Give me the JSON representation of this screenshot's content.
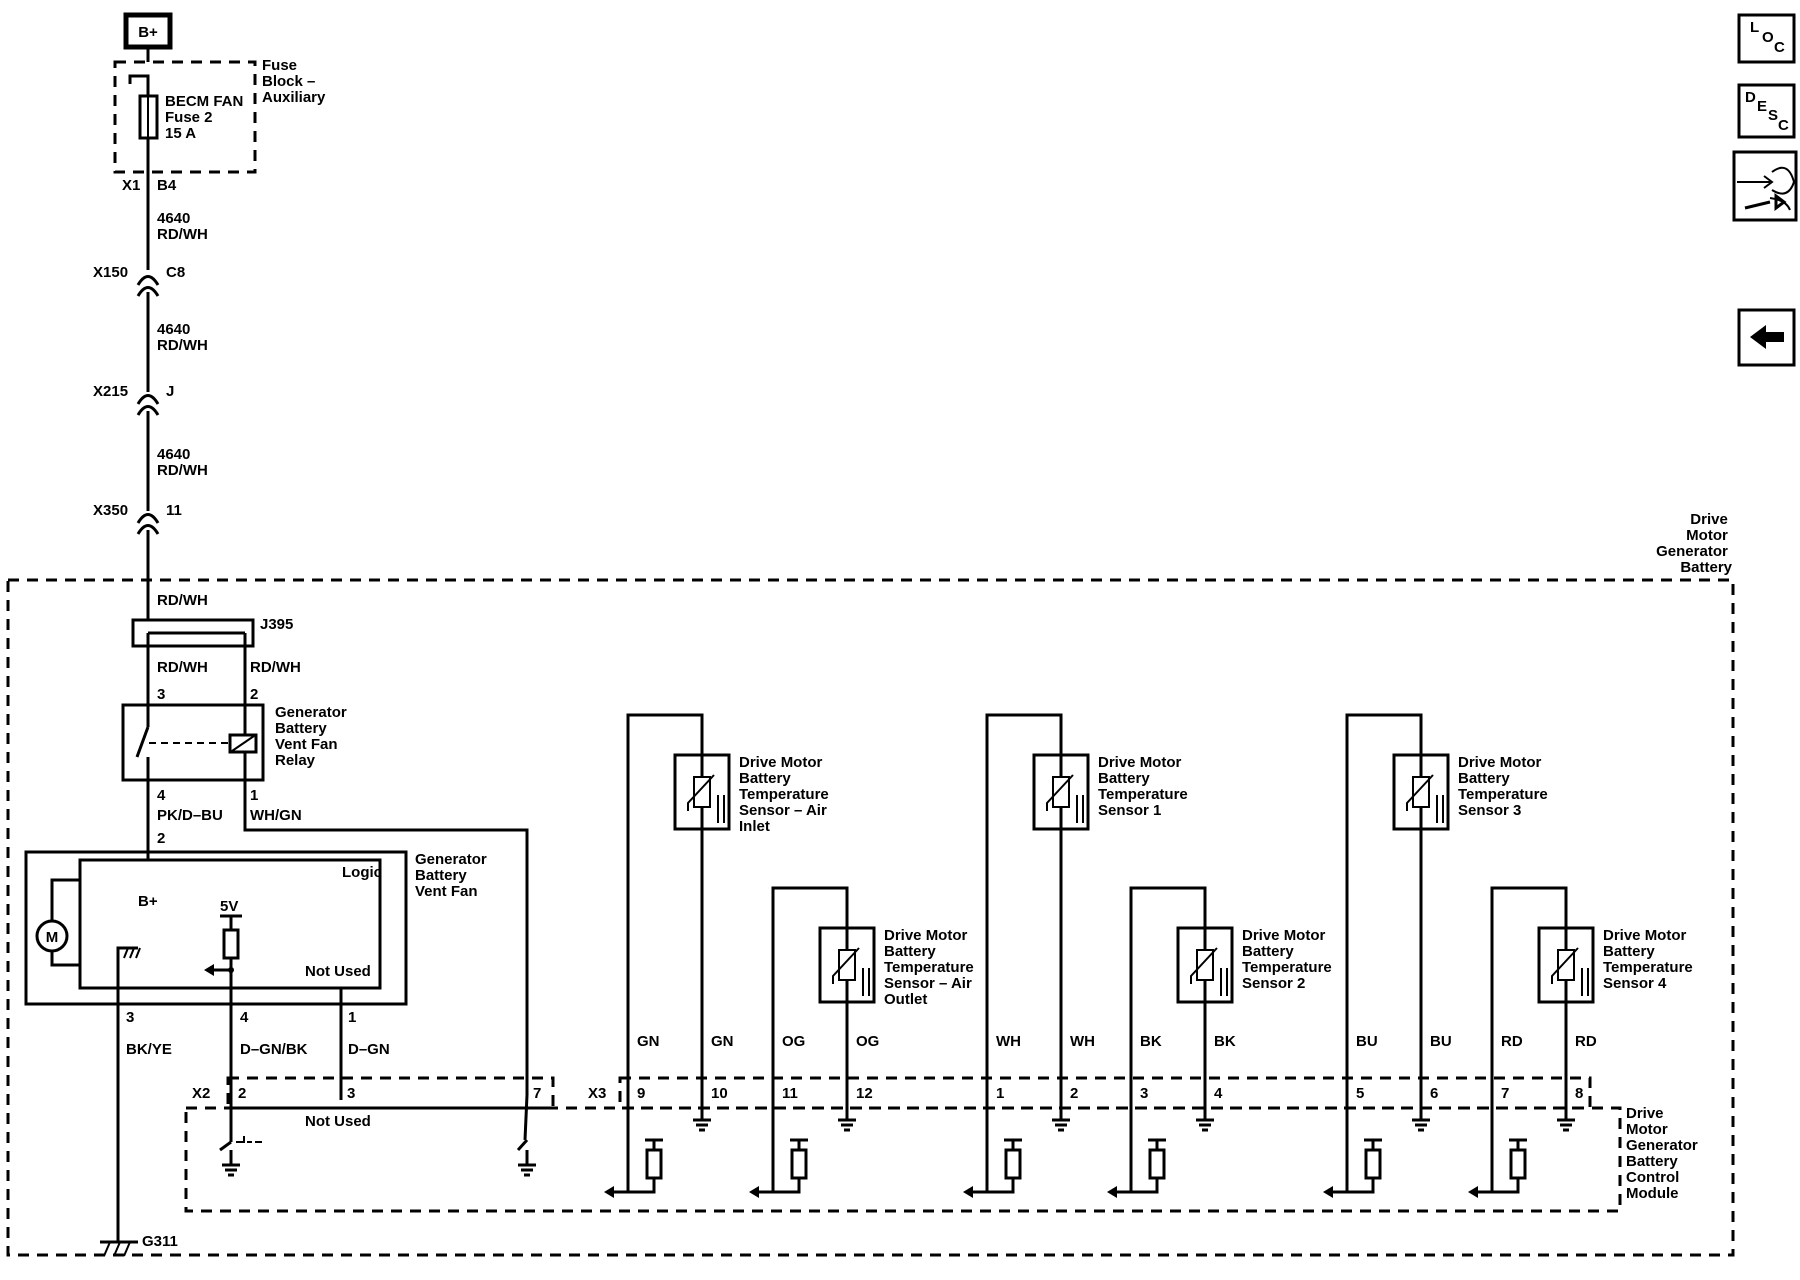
{
  "power": {
    "source": "B+",
    "fuse_block": [
      "Fuse",
      "Block –",
      "Auxiliary"
    ],
    "fuse": [
      "BECM FAN",
      "Fuse 2",
      "15 A"
    ]
  },
  "connectors": {
    "x1": "X1",
    "x1_pin": "B4",
    "x150": "X150",
    "x150_pin": "C8",
    "x215": "X215",
    "x215_pin": "J",
    "x350": "X350",
    "x350_pin": "11",
    "x2": "X2",
    "x3": "X3"
  },
  "wires": {
    "w1": [
      "4640",
      "RD/WH"
    ],
    "w2": [
      "4640",
      "RD/WH"
    ],
    "w3": [
      "4640",
      "RD/WH"
    ],
    "rdwh": "RD/WH",
    "rdwh_left": "RD/WH",
    "rdwh_right": "RD/WH",
    "pkdbu": "PK/D–BU",
    "whgn": "WH/GN",
    "bkye": "BK/YE",
    "dgnbk": "D–GN/BK",
    "dgn": "D–GN"
  },
  "splice": "J395",
  "pins": {
    "relay_3": "3",
    "relay_2": "2",
    "relay_4": "4",
    "relay_1": "1",
    "fan_2": "2",
    "fan_3": "3",
    "fan_4": "4",
    "fan_1": "1",
    "x2_2": "2",
    "x2_3": "3",
    "x2_7": "7"
  },
  "battery_label": [
    "Drive",
    "Motor",
    "Generator",
    "Battery"
  ],
  "relay_label": [
    "Generator",
    "Battery",
    "Vent Fan",
    "Relay"
  ],
  "fan": {
    "label": [
      "Generator",
      "Battery",
      "Vent Fan"
    ],
    "logic": "Logic",
    "bplus": "B+",
    "five_v": "5V",
    "not_used": "Not Used",
    "motor": "M"
  },
  "module": {
    "label": [
      "Drive",
      "Motor",
      "Generator",
      "Battery",
      "Control",
      "Module"
    ],
    "not_used": "Not Used"
  },
  "ground": "G311",
  "sensors": [
    {
      "label": [
        "Drive Motor",
        "Battery",
        "Temperature",
        "Sensor – Air",
        "Inlet"
      ],
      "wire_a": "GN",
      "wire_b": "GN",
      "pin_a": "9",
      "pin_b": "10"
    },
    {
      "label": [
        "Drive Motor",
        "Battery",
        "Temperature",
        "Sensor – Air",
        "Outlet"
      ],
      "wire_a": "OG",
      "wire_b": "OG",
      "pin_a": "11",
      "pin_b": "12"
    },
    {
      "label": [
        "Drive Motor",
        "Battery",
        "Temperature",
        "Sensor 1"
      ],
      "wire_a": "WH",
      "wire_b": "WH",
      "pin_a": "1",
      "pin_b": "2"
    },
    {
      "label": [
        "Drive Motor",
        "Battery",
        "Temperature",
        "Sensor 2"
      ],
      "wire_a": "BK",
      "wire_b": "BK",
      "pin_a": "3",
      "pin_b": "4"
    },
    {
      "label": [
        "Drive Motor",
        "Battery",
        "Temperature",
        "Sensor 3"
      ],
      "wire_a": "BU",
      "wire_b": "BU",
      "pin_a": "5",
      "pin_b": "6"
    },
    {
      "label": [
        "Drive Motor",
        "Battery",
        "Temperature",
        "Sensor 4"
      ],
      "wire_a": "RD",
      "wire_b": "RD",
      "pin_a": "7",
      "pin_b": "8"
    }
  ],
  "nav": {
    "loc": [
      "L",
      "O",
      "C"
    ],
    "desc": [
      "D",
      "E",
      "S",
      "C"
    ]
  }
}
